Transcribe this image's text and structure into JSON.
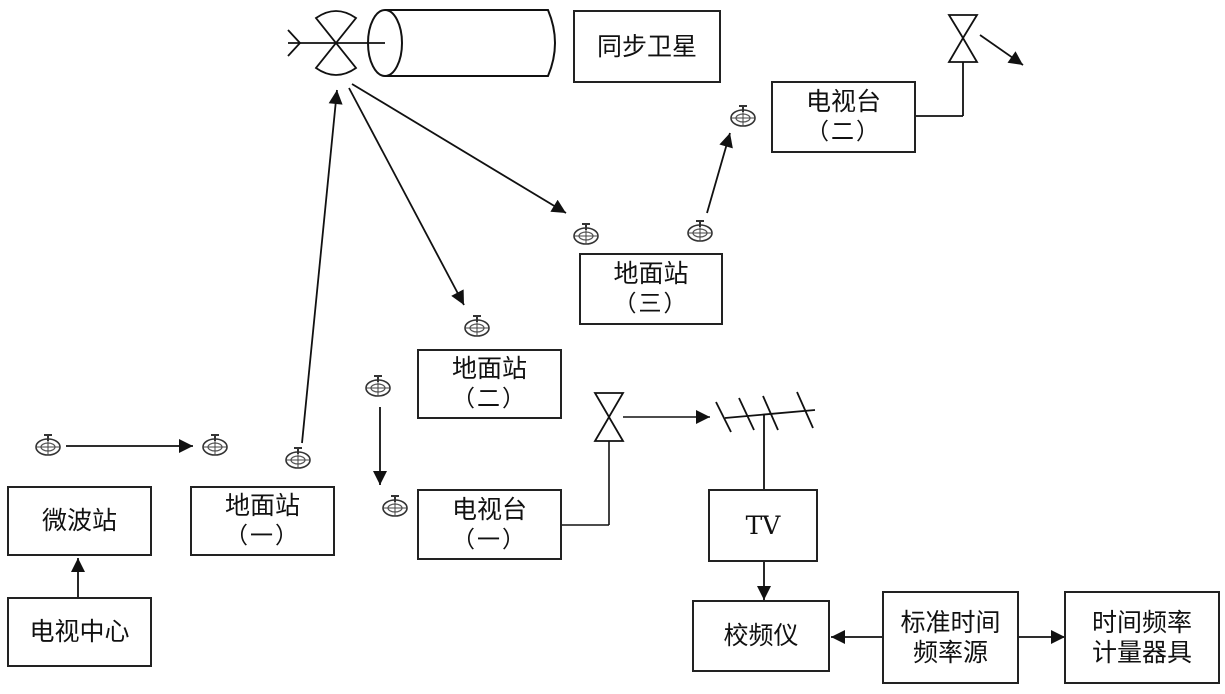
{
  "diagram": {
    "title": "卫星电视校频系统示意",
    "nodes": {
      "satellite": {
        "label": "同步卫星"
      },
      "tv_station_2": {
        "line1": "电视台",
        "line2": "（二）"
      },
      "ground_station_3": {
        "line1": "地面站",
        "line2": "（三）"
      },
      "ground_station_2": {
        "line1": "地面站",
        "line2": "（二）"
      },
      "tv_station_1": {
        "line1": "电视台",
        "line2": "（一）"
      },
      "ground_station_1": {
        "line1": "地面站",
        "line2": "（一）"
      },
      "microwave_station": {
        "label": "微波站"
      },
      "tv_center": {
        "label": "电视中心"
      },
      "tv": {
        "label": "TV"
      },
      "frequency_calibrator": {
        "label": "校频仪"
      },
      "standard_source": {
        "line1": "标准时间",
        "line2": "频率源"
      },
      "measuring_instruments": {
        "line1": "时间频率",
        "line2": "计量器具"
      }
    },
    "edges": [
      {
        "from": "电视中心",
        "to": "微波站"
      },
      {
        "from": "微波站",
        "to": "地面站（一）"
      },
      {
        "from": "地面站（一）",
        "to": "同步卫星"
      },
      {
        "from": "同步卫星",
        "to": "地面站（二）"
      },
      {
        "from": "同步卫星",
        "to": "地面站（三）"
      },
      {
        "from": "地面站（三）",
        "to": "电视台（二）"
      },
      {
        "from": "地面站（二）",
        "to": "电视台（一）"
      },
      {
        "from": "电视台（一）",
        "to": "TV"
      },
      {
        "from": "TV",
        "to": "校频仪"
      },
      {
        "from": "标准时间频率源",
        "to": "校频仪"
      },
      {
        "from": "标准时间频率源",
        "to": "时间频率计量器具"
      }
    ]
  }
}
